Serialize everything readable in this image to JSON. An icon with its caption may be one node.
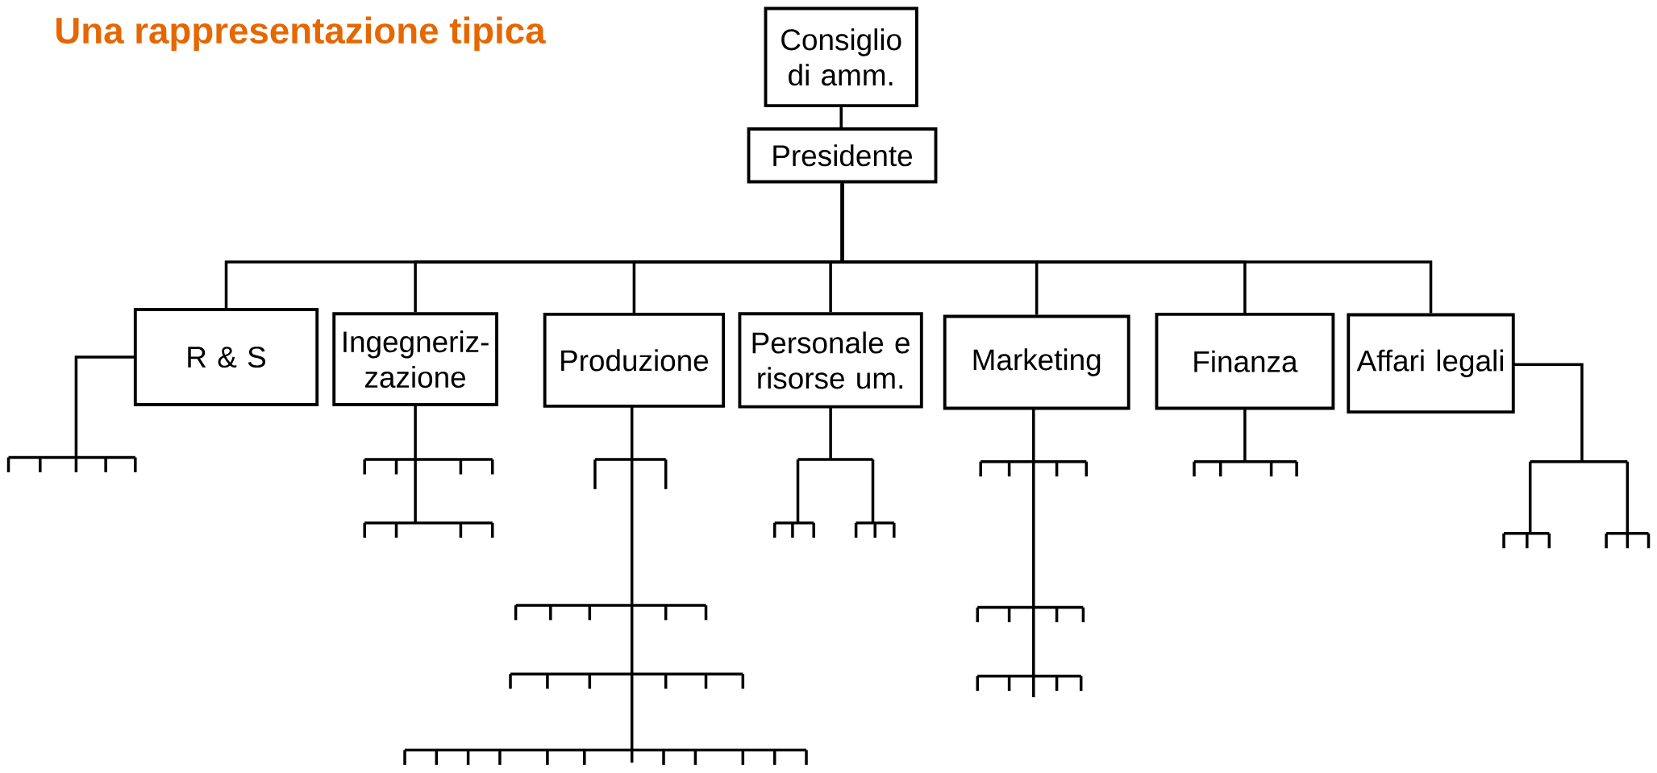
{
  "diagram": {
    "title": "Una rappresentazione tipica",
    "nodes": [
      {
        "text": [
          "Consiglio di amm."
        ]
      },
      {
        "text": [
          "Presidente"
        ]
      },
      {
        "text": [
          "R & S"
        ]
      },
      {
        "text": [
          "Ingegneriz- zazione"
        ]
      },
      {
        "text": [
          "Produzione"
        ]
      },
      {
        "text": [
          "Personale e risorse um."
        ]
      },
      {
        "text": [
          "Marketing"
        ]
      },
      {
        "text": [
          "Finanza"
        ]
      },
      {
        "text": [
          "Affari legali"
        ]
      }
    ],
    "edges": [
      {
        "from": 0,
        "to": 1,
        "arrow": "none"
      },
      {
        "from": 1,
        "to": 2,
        "arrow": "none"
      },
      {
        "from": 1,
        "to": 3,
        "arrow": "none"
      },
      {
        "from": 1,
        "to": 4,
        "arrow": "none"
      },
      {
        "from": 1,
        "to": 5,
        "arrow": "none"
      },
      {
        "from": 1,
        "to": 6,
        "arrow": "none"
      },
      {
        "from": 1,
        "to": 7,
        "arrow": "none"
      },
      {
        "from": 1,
        "to": 8,
        "arrow": "none"
      }
    ]
  }
}
